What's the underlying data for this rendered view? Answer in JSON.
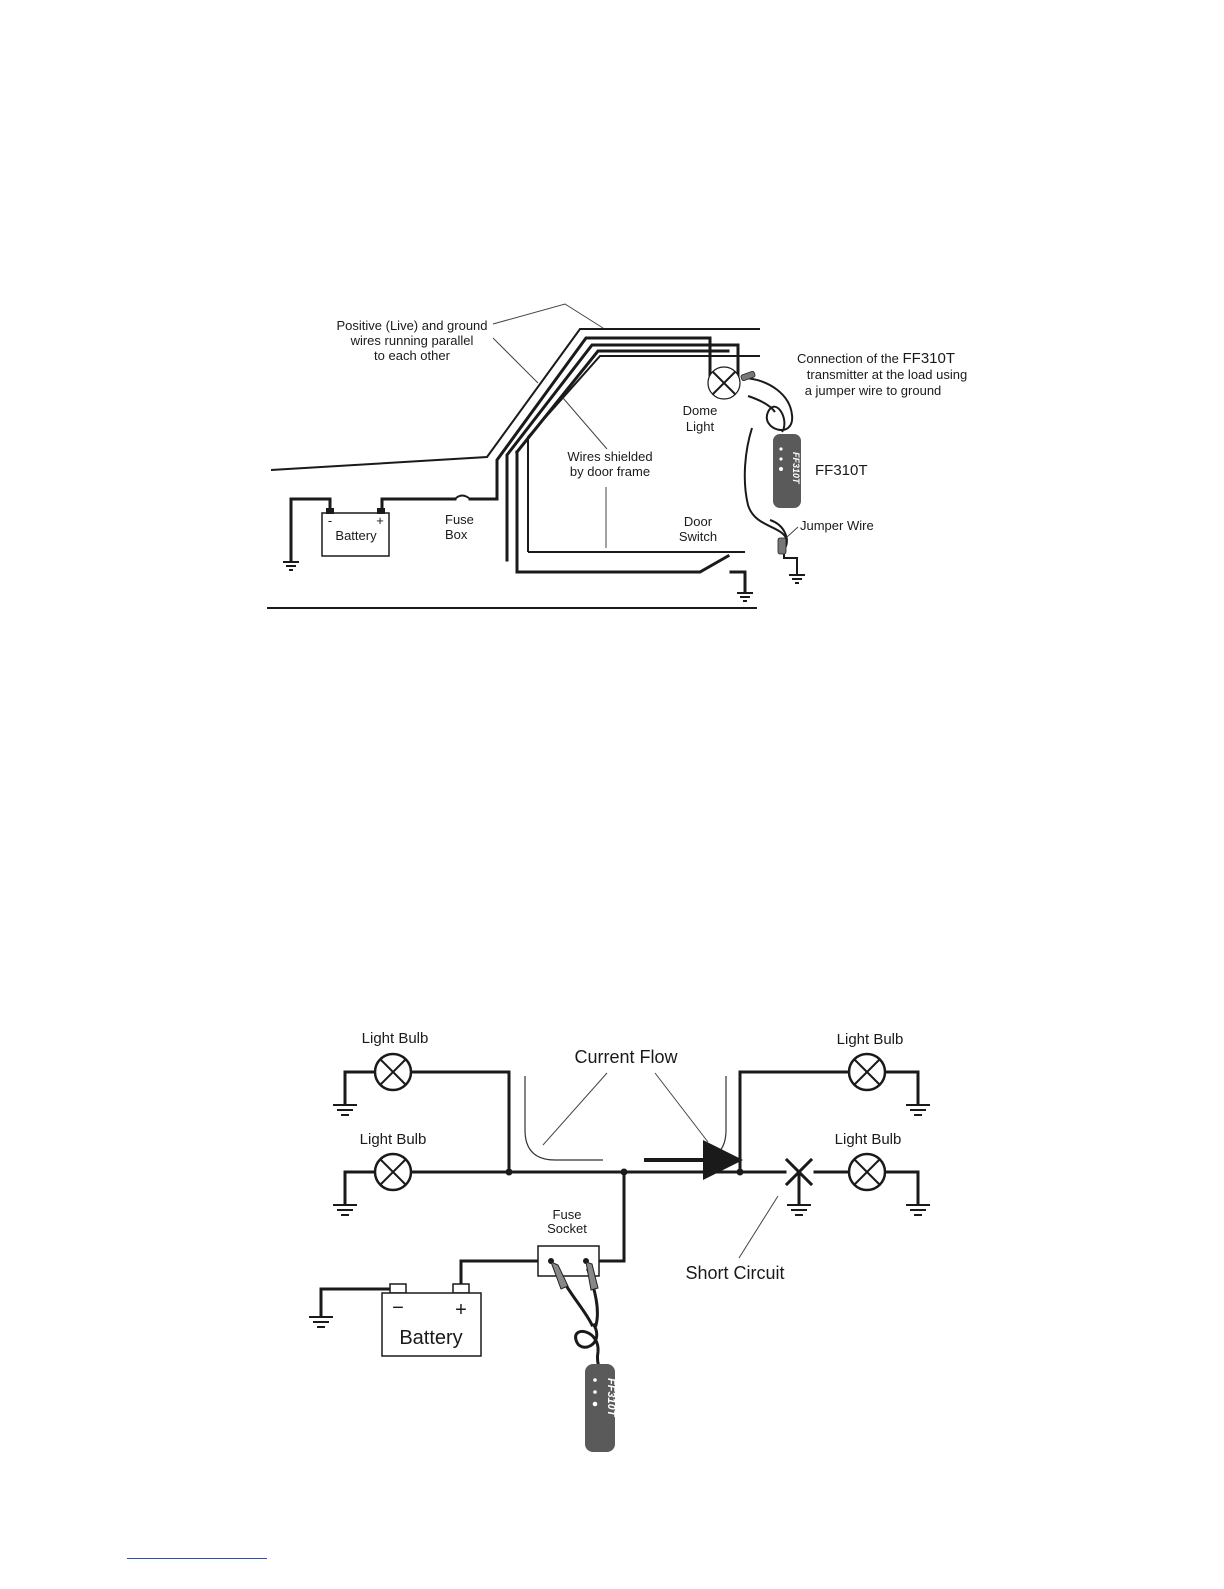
{
  "diagram1": {
    "label_parallel": [
      "Positive (Live) and ground",
      "wires running parallel",
      "to each other"
    ],
    "label_connection_prefix": "Connection of the ",
    "label_connection_model": "FF310T",
    "label_connection_line2": "transmitter at the load using",
    "label_connection_line3": "a jumper wire to ground",
    "label_dome": [
      "Dome",
      "Light"
    ],
    "label_shielded": [
      "Wires shielded",
      "by door frame"
    ],
    "label_device": "FF310T",
    "label_battery": "Battery",
    "label_battery_minus": "-",
    "label_battery_plus": "+",
    "label_fuse": [
      "Fuse",
      "Box"
    ],
    "label_door": [
      "Door",
      "Switch"
    ],
    "label_jumper": "Jumper Wire",
    "device_text": "FF310T"
  },
  "diagram2": {
    "label_bulb_tl": "Light Bulb",
    "label_bulb_ml": "Light Bulb",
    "label_bulb_tr": "Light Bulb",
    "label_bulb_mr": "Light Bulb",
    "label_current": "Current Flow",
    "label_fuse": [
      "Fuse",
      "Socket"
    ],
    "label_short": "Short Circuit",
    "label_battery": "Battery",
    "label_battery_minus": "−",
    "label_battery_plus": "+",
    "device_text": "FF310T"
  },
  "colors": {
    "ink": "#1a1a1a",
    "device_body": "#5a5a5a",
    "footer_link": "#2b50b8"
  }
}
